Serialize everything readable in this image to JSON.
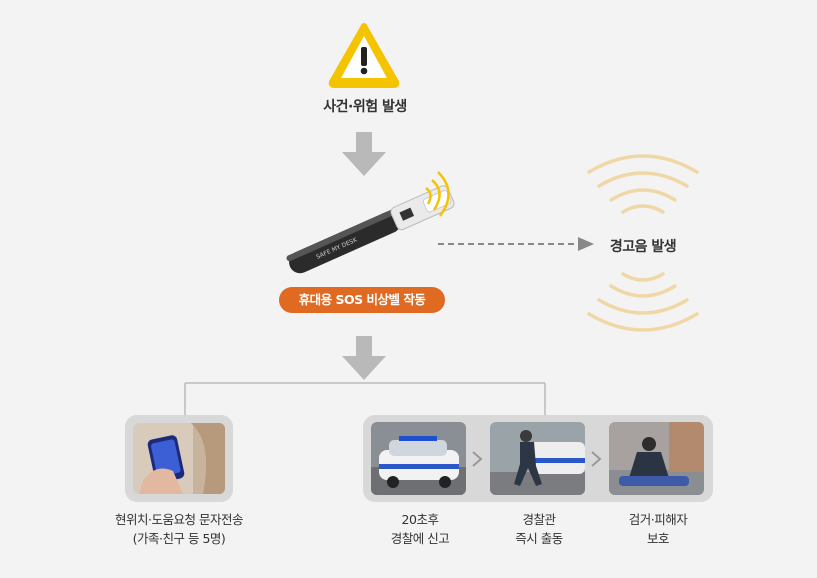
{
  "trigger": {
    "label": "사건·위험 발생"
  },
  "device": {
    "badge": "휴대용 SOS 비상벨 작동"
  },
  "alarm": {
    "label": "경고음 발생"
  },
  "branch_left": {
    "line1": "현위치·도움요청 문자전송",
    "line2": "(가족·친구 등 5명)"
  },
  "steps": [
    {
      "line1": "20초후",
      "line2": "경찰에 신고"
    },
    {
      "line1": "경찰관",
      "line2": "즉시 출동"
    },
    {
      "line1": "검거·피해자",
      "line2": "보호"
    }
  ],
  "colors": {
    "accent": "#e06a22",
    "warning": "#f5c400",
    "arrow": "#b9b9b9",
    "waves": "#f0d7a6"
  },
  "icons": [
    "warning-icon",
    "down-arrow-icon",
    "sos-device",
    "sound-wave-icon",
    "chevron-right-icon"
  ]
}
